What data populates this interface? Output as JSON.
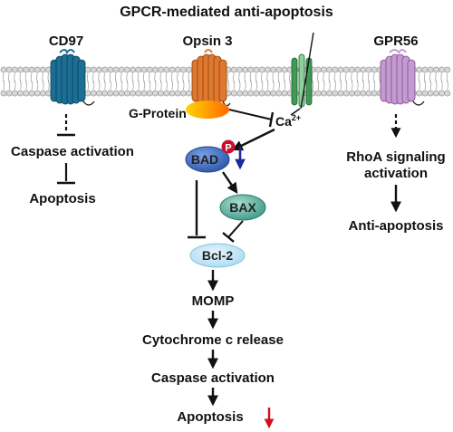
{
  "title": "GPCR-mediated anti-apoptosis",
  "receptors": {
    "cd97": "CD97",
    "opsin3": "Opsin 3",
    "gpr56": "GPR56"
  },
  "labels": {
    "g_protein": "G-Protein",
    "calcium_base": "Ca",
    "calcium_sup": "2+",
    "phospho": "P",
    "bad": "BAD",
    "bax": "BAX",
    "bcl2": "Bcl-2",
    "momp": "MOMP",
    "cytochrome": "Cytochrome c release",
    "caspase_center": "Caspase activation",
    "apoptosis_center": "Apoptosis",
    "caspase_left": "Caspase activation",
    "apoptosis_left": "Apoptosis",
    "rhoa_line1": "RhoA signaling",
    "rhoa_line2": "activation",
    "anti_apoptosis": "Anti-apoptosis"
  },
  "colors": {
    "cd97": "#1b6e94",
    "opsin3": "#e0782f",
    "gpr56": "#c59ad1",
    "channel": "#3f9a54",
    "gprotein_start": "#ffd400",
    "gprotein_end": "#ff6a00",
    "bad": "#3f6dc2",
    "phospho": "#c8102e",
    "bax": "#63b8a6",
    "bcl2": "#bfe6f7",
    "down_blue": "#1a2a9a",
    "down_red": "#d0101a"
  }
}
